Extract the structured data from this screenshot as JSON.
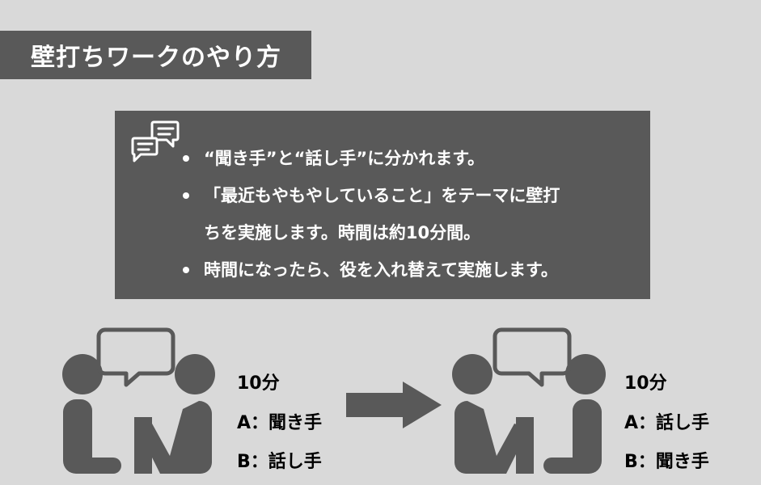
{
  "title": "壁打ちワークのやり方",
  "info": {
    "icon": "chat-bubbles-icon",
    "bullets": [
      "“聞き手”と“話し手”に分かれます。",
      "「最近もやもやしていること」をテーマに壁打",
      "ちを実施します。時間は約10分間。",
      "時間になったら、役を入れ替えて実施します。"
    ]
  },
  "left_pair": {
    "duration": "10分",
    "a_role": "A：聞き手",
    "b_role": "B：話し手"
  },
  "right_pair": {
    "duration": "10分",
    "a_role": "A：話し手",
    "b_role": "B：聞き手"
  },
  "colors": {
    "background": "#d9d9d9",
    "panel": "#595959",
    "text_on_panel": "#ffffff",
    "text": "#000000"
  }
}
